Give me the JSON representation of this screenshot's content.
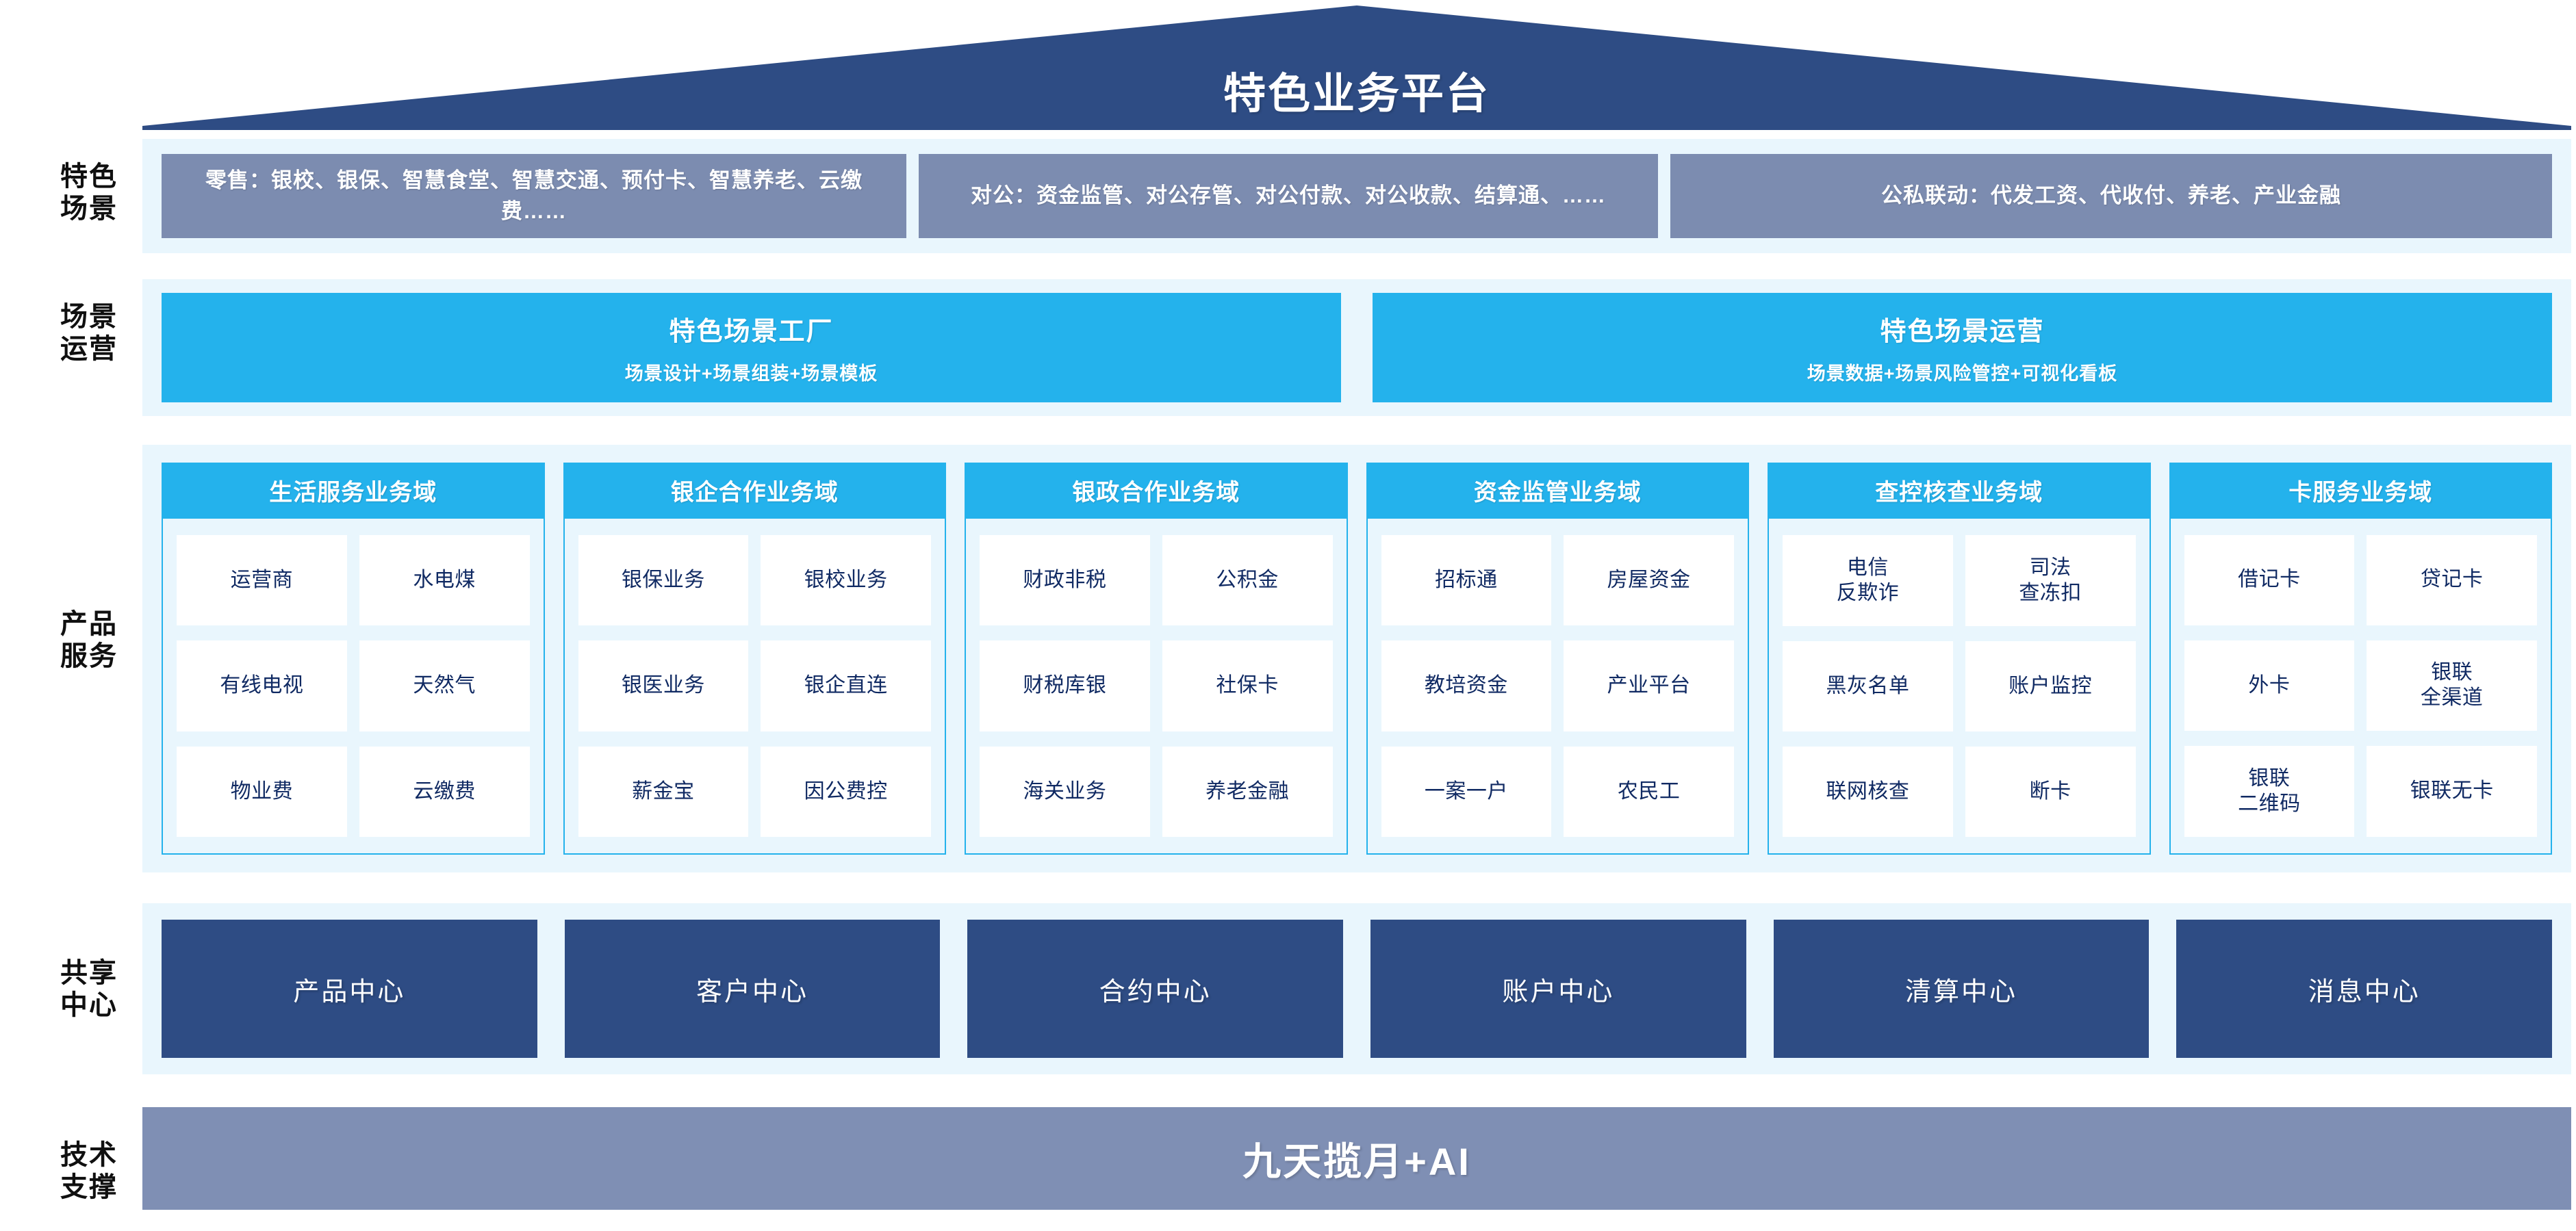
{
  "header": {
    "title": "特色业务平台"
  },
  "row_labels": {
    "scene": [
      "特色",
      "场景"
    ],
    "operation": [
      "场景",
      "运营"
    ],
    "product": [
      "产品",
      "服务"
    ],
    "shared": [
      "共享",
      "中心"
    ],
    "tech": [
      "技术",
      "支撑"
    ]
  },
  "scenes": [
    {
      "text": "零售：银校、银保、智慧食堂、智慧交通、预付卡、智慧养老、云缴费……"
    },
    {
      "text": "对公：资金监管、对公存管、对公付款、对公收款、结算通、……"
    },
    {
      "text": "公私联动：代发工资、代收付、养老、产业金融"
    }
  ],
  "operations": [
    {
      "title": "特色场景工厂",
      "subtitle": "场景设计+场景组装+场景模板"
    },
    {
      "title": "特色场景运营",
      "subtitle": "场景数据+场景风险管控+可视化看板"
    }
  ],
  "domains": [
    {
      "title": "生活服务业务域",
      "cells": [
        "运营商",
        "水电煤",
        "有线电视",
        "天然气",
        "物业费",
        "云缴费"
      ]
    },
    {
      "title": "银企合作业务域",
      "cells": [
        "银保业务",
        "银校业务",
        "银医业务",
        "银企直连",
        "薪金宝",
        "因公费控"
      ]
    },
    {
      "title": "银政合作业务域",
      "cells": [
        "财政非税",
        "公积金",
        "财税库银",
        "社保卡",
        "海关业务",
        "养老金融"
      ]
    },
    {
      "title": "资金监管业务域",
      "cells": [
        "招标通",
        "房屋资金",
        "教培资金",
        "产业平台",
        "一案一户",
        "农民工"
      ]
    },
    {
      "title": "查控核查业务域",
      "cells": [
        "电信\n反欺诈",
        "司法\n查冻扣",
        "黑灰名单",
        "账户监控",
        "联网核查",
        "断卡"
      ]
    },
    {
      "title": "卡服务业务域",
      "cells": [
        "借记卡",
        "贷记卡",
        "外卡",
        "银联\n全渠道",
        "银联\n二维码",
        "银联无卡"
      ]
    }
  ],
  "shared_centers": [
    {
      "label": "产品中心"
    },
    {
      "label": "客户中心"
    },
    {
      "label": "合约中心"
    },
    {
      "label": "账户中心"
    },
    {
      "label": "清算中心"
    },
    {
      "label": "消息中心"
    }
  ],
  "tech_support": {
    "label": "九天揽月+AI"
  },
  "colors": {
    "roof_navy": "#2e4c84",
    "band_bg": "#e9f6fd",
    "scene_box": "#7c8cb0",
    "cyan": "#24b2ec",
    "shared_navy": "#2e4c84",
    "tech_bar": "#7f8fb4",
    "cell_text": "#102a63"
  }
}
